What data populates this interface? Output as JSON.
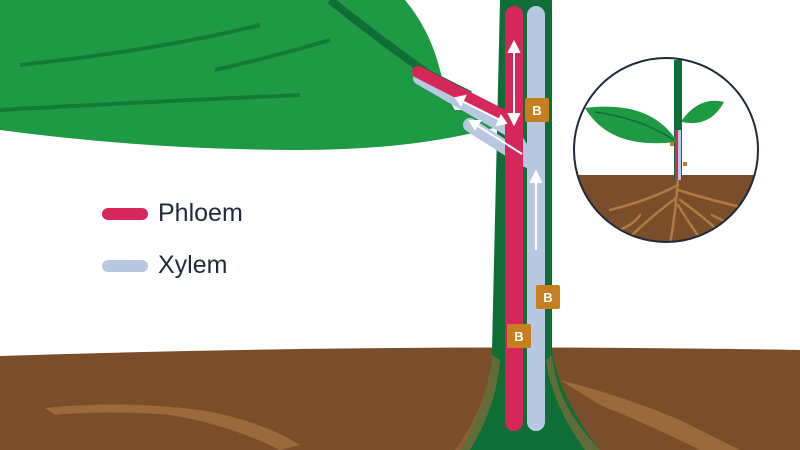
{
  "colors": {
    "phloem": "#d6275a",
    "xylem": "#b9c8e2",
    "leaf": "#1f9a44",
    "leaf_dark": "#167a37",
    "stem": "#0f6e36",
    "soil": "#7a4e2a",
    "soil_light": "#9a6a3a",
    "badge": "#c67f1f",
    "arrow": "#ffffff"
  },
  "legend": {
    "items": [
      {
        "key": "phloem",
        "label": "Phloem"
      },
      {
        "key": "xylem",
        "label": "Xylem"
      }
    ]
  },
  "badges": [
    {
      "label": "B"
    },
    {
      "label": "B"
    },
    {
      "label": "B"
    }
  ],
  "inset": {
    "icons": [
      "seedling-icon",
      "roots-icon"
    ]
  }
}
